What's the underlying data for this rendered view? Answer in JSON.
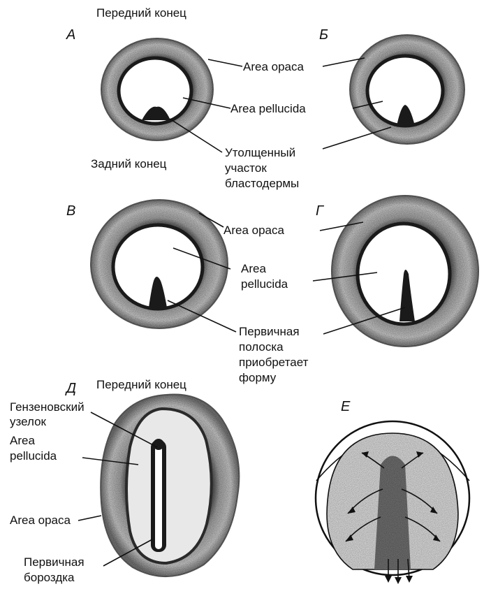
{
  "colors": {
    "ink": "#111111",
    "ring": "#8a8a8a",
    "ringDark": "#2e2e2e",
    "pellucida": "#ffffff",
    "stipple": "#a0a0a0"
  },
  "panels": {
    "a": {
      "letter": "А"
    },
    "b": {
      "letter": "Б"
    },
    "v": {
      "letter": "В"
    },
    "g": {
      "letter": "Г"
    },
    "d": {
      "letter": "Д"
    },
    "e": {
      "letter": "Е"
    }
  },
  "labels": {
    "front_end_top": "Передний конец",
    "back_end": "Задний конец",
    "area_opaca": "Area opaca",
    "area_pellucida": "Area pellucida",
    "thickened_1": "Утолщенный",
    "thickened_2": "участок",
    "thickened_3": "бластодермы",
    "area_opaca_2": "Area opaca",
    "area_2": "Area",
    "pellucida_2": "pellucida",
    "streak_1": "Первичная",
    "streak_2": "полоска",
    "streak_3": "приобретает",
    "streak_4": "форму",
    "front_end_d": "Передний конец",
    "hensen_1": "Гензеновский",
    "hensen_2": "узелок",
    "area_3": "Area",
    "pellucida_3": "pellucida",
    "area_opaca_3": "Area opaca",
    "groove_1": "Первичная",
    "groove_2": "бороздка"
  }
}
